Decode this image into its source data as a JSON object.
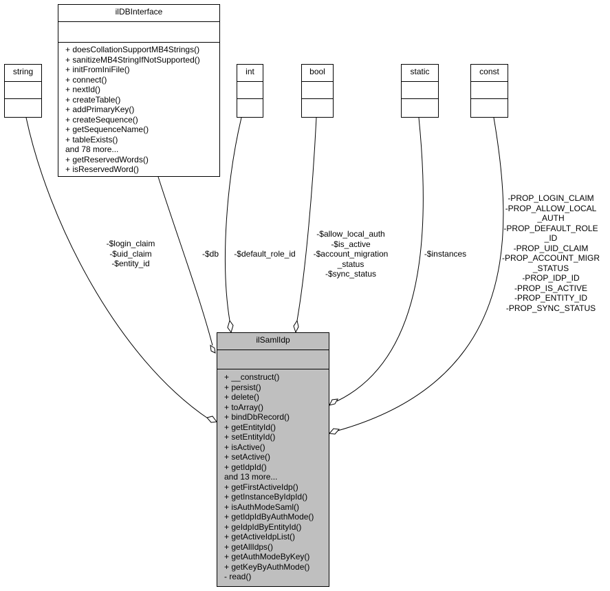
{
  "classes": {
    "string": {
      "name": "string"
    },
    "ildbinterface": {
      "name": "ilDBInterface",
      "methods": [
        "+ doesCollationSupportMB4Strings()",
        "+ sanitizeMB4StringIfNotSupported()",
        "+ initFromIniFile()",
        "+ connect()",
        "+ nextId()",
        "+ createTable()",
        "+ addPrimaryKey()",
        "+ createSequence()",
        "+ getSequenceName()",
        "+ tableExists()",
        "and 78 more...",
        "+ getReservedWords()",
        "+ isReservedWord()"
      ]
    },
    "int": {
      "name": "int"
    },
    "bool": {
      "name": "bool"
    },
    "static": {
      "name": "static"
    },
    "const": {
      "name": "const"
    },
    "ilsamlidp": {
      "name": "ilSamlIdp",
      "methods": [
        "+ __construct()",
        "+ persist()",
        "+ delete()",
        "+ toArray()",
        "+ bindDbRecord()",
        "+ getEntityId()",
        "+ setEntityId()",
        "+ isActive()",
        "+ setActive()",
        "+ getIdpId()",
        "and 13 more...",
        "+ getFirstActiveIdp()",
        "+ getInstanceByIdpId()",
        "+ isAuthModeSaml()",
        "+ getIdpIdByAuthMode()",
        "+ geIdpIdByEntityId()",
        "+ getActiveIdpList()",
        "+ getAllIdps()",
        "+ getAuthModeByKey()",
        "+ getKeyByAuthMode()",
        "- read()"
      ]
    }
  },
  "edge_labels": {
    "string": [
      "-$login_claim",
      "-$uid_claim",
      "-$entity_id"
    ],
    "db": [
      "-$db"
    ],
    "int": [
      "-$default_role_id"
    ],
    "bool": [
      "-$allow_local_auth",
      "-$is_active",
      "-$account_migration",
      "_status",
      "-$sync_status"
    ],
    "static": [
      "-$instances"
    ],
    "const": [
      "-PROP_LOGIN_CLAIM",
      "-PROP_ALLOW_LOCAL",
      "_AUTH",
      "-PROP_DEFAULT_ROLE",
      "_ID",
      "-PROP_UID_CLAIM",
      "-PROP_ACCOUNT_MIGR",
      "_STATUS",
      "-PROP_IDP_ID",
      "-PROP_IS_ACTIVE",
      "-PROP_ENTITY_ID",
      "-PROP_SYNC_STATUS"
    ]
  }
}
